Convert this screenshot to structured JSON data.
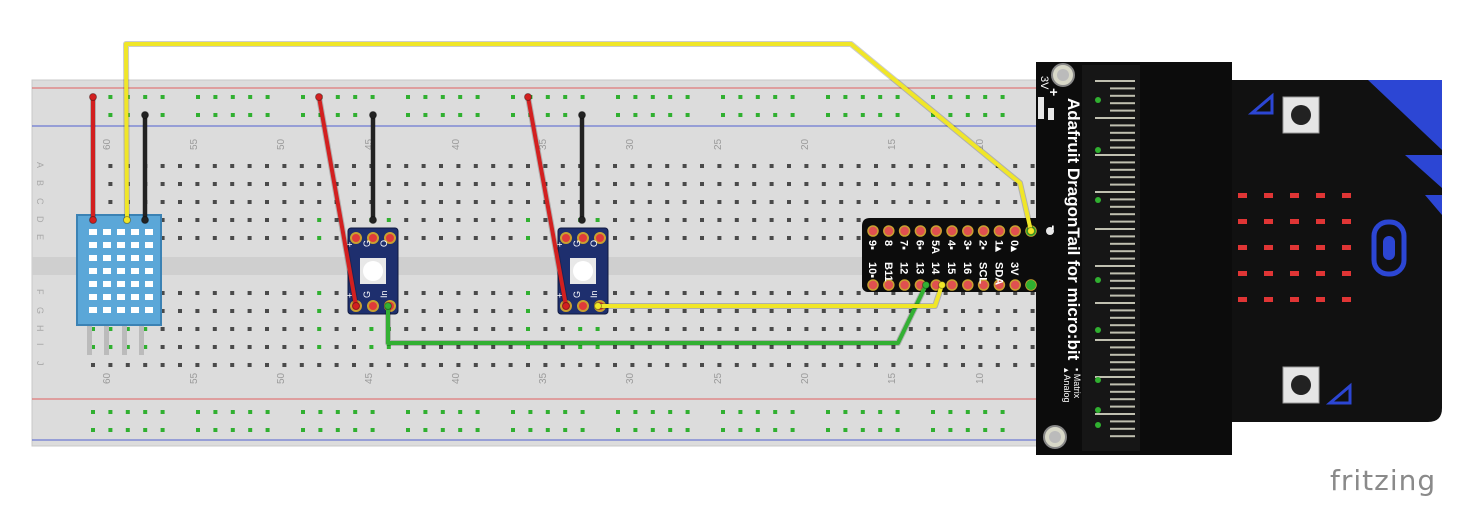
{
  "breadboard": {
    "column_labels": [
      "60",
      "55",
      "50",
      "45",
      "40",
      "35",
      "30",
      "25",
      "20",
      "15",
      "10"
    ],
    "row_labels_top": [
      "A",
      "B",
      "C",
      "D",
      "E"
    ],
    "row_labels_bottom": [
      "F",
      "G",
      "H",
      "I",
      "J"
    ]
  },
  "components": {
    "dht_sensor": {
      "color": "#5ba7d8"
    },
    "neopixel_1": {
      "pins_top": [
        "+",
        "G",
        "O"
      ],
      "pins_bottom": [
        "+",
        "G",
        "In"
      ]
    },
    "neopixel_2": {
      "pins_top": [
        "+",
        "G",
        "O"
      ],
      "pins_bottom": [
        "+",
        "G",
        "In"
      ]
    }
  },
  "dragontail": {
    "title": "Adafruit DragonTail for micro:bit",
    "rail_labels": [
      "3V",
      "+",
      "-"
    ],
    "top_pin_labels": [
      "9▪",
      "8",
      "7▪",
      "6▪",
      "5A",
      "4▪",
      "3▪",
      "2▪",
      "1▴",
      "0▴"
    ],
    "bottom_pin_labels": [
      "10▪",
      "B11",
      "12",
      "13",
      "14",
      "15",
      "16",
      "SCL",
      "SDA",
      "3V"
    ],
    "legend": [
      "▪ Matrix",
      "▴ Analog"
    ]
  },
  "wires": {
    "red": "#d22020",
    "black": "#222222",
    "yellow": "#f0e628",
    "green": "#33b033"
  },
  "watermark": "fritzing"
}
